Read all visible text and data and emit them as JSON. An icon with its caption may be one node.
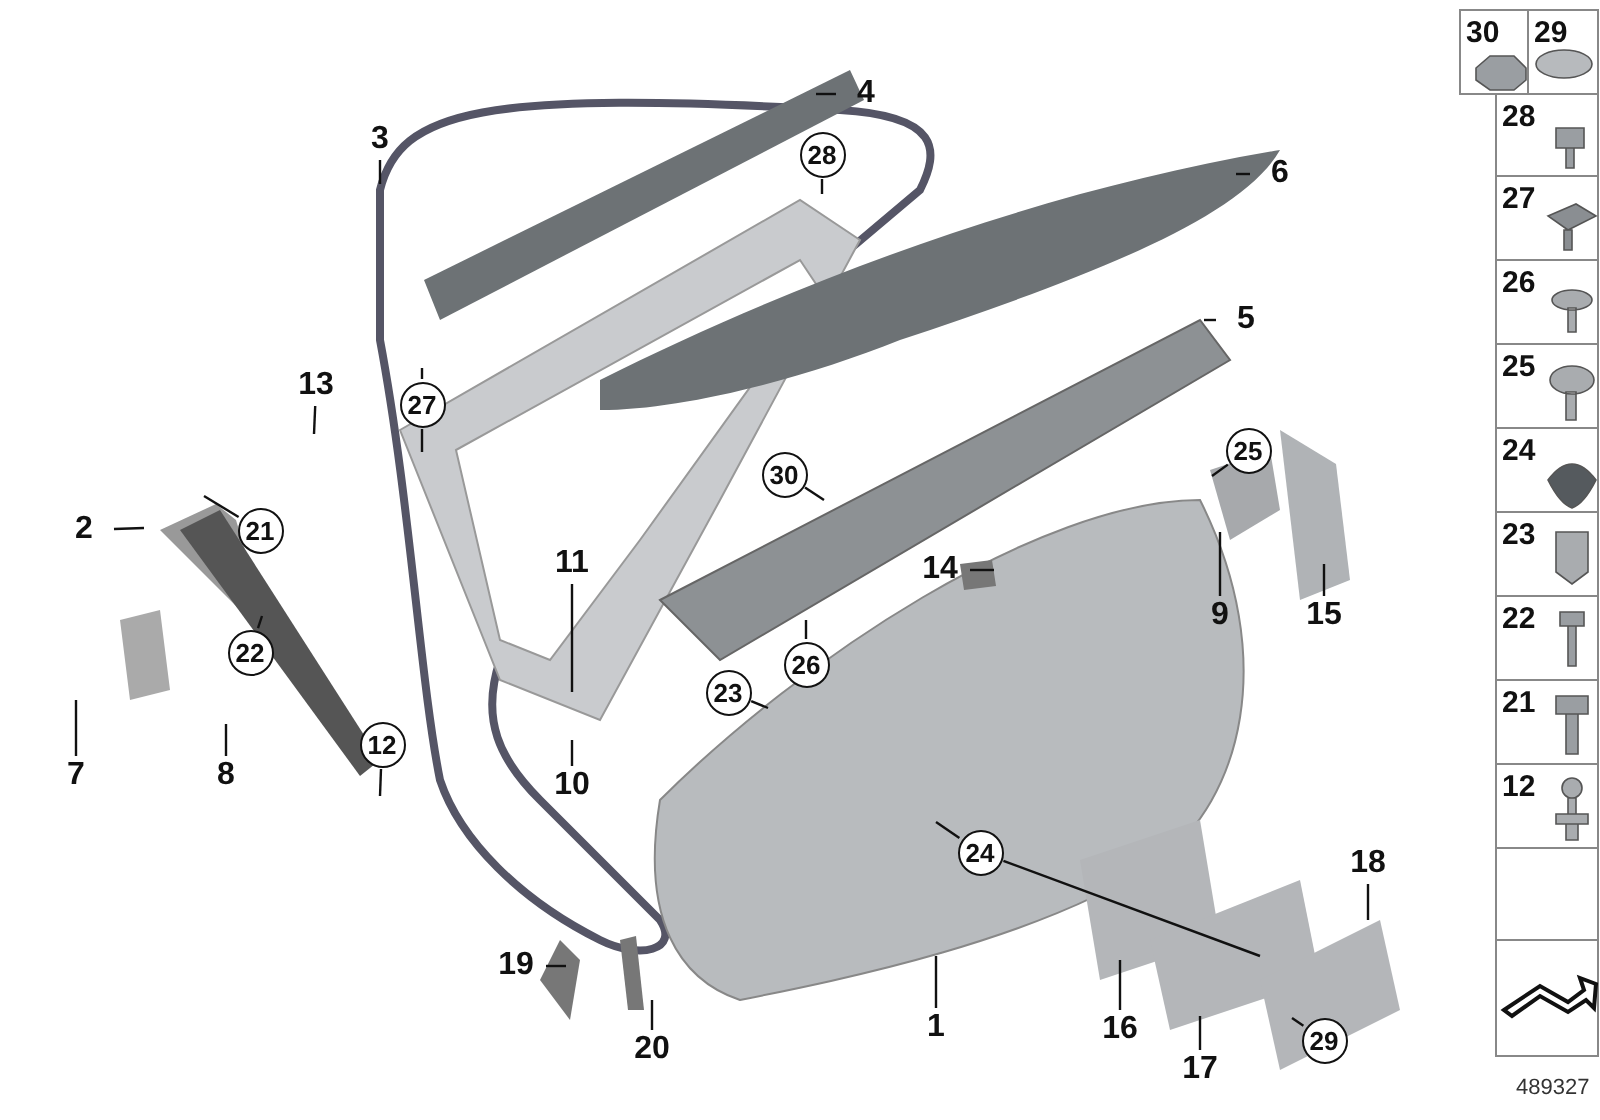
{
  "diagram": {
    "nodes": [
      {
        "text": [
          "4"
        ]
      },
      {
        "text": [
          "3"
        ]
      },
      {
        "text": [
          "28"
        ]
      },
      {
        "text": [
          "6"
        ]
      },
      {
        "text": [
          "5"
        ]
      },
      {
        "text": [
          "13"
        ]
      },
      {
        "text": [
          "27"
        ]
      },
      {
        "text": [
          "30"
        ]
      },
      {
        "text": [
          "25"
        ]
      },
      {
        "text": [
          "2"
        ]
      },
      {
        "text": [
          "21"
        ]
      },
      {
        "text": [
          "11"
        ]
      },
      {
        "text": [
          "14"
        ]
      },
      {
        "text": [
          "22"
        ]
      },
      {
        "text": [
          "9"
        ]
      },
      {
        "text": [
          "15"
        ]
      },
      {
        "text": [
          "7"
        ]
      },
      {
        "text": [
          "8"
        ]
      },
      {
        "text": [
          "12"
        ]
      },
      {
        "text": [
          "23"
        ]
      },
      {
        "text": [
          "26"
        ]
      },
      {
        "text": [
          "10"
        ]
      },
      {
        "text": [
          "24"
        ]
      },
      {
        "text": [
          "18"
        ]
      },
      {
        "text": [
          "19"
        ]
      },
      {
        "text": [
          "16"
        ]
      },
      {
        "text": [
          "1"
        ]
      },
      {
        "text": [
          "20"
        ]
      },
      {
        "text": [
          "17"
        ]
      },
      {
        "text": [
          "29"
        ]
      }
    ],
    "edges": [
      {
        "from": 0,
        "to": null,
        "arrow": "none"
      },
      {
        "from": 1,
        "to": null,
        "arrow": "none"
      },
      {
        "from": 2,
        "to": null,
        "arrow": "none"
      },
      {
        "from": 3,
        "to": null,
        "arrow": "none"
      },
      {
        "from": 4,
        "to": null,
        "arrow": "none"
      },
      {
        "from": 5,
        "to": null,
        "arrow": "none"
      },
      {
        "from": 6,
        "to": null,
        "arrow": "none"
      },
      {
        "from": 6,
        "to": null,
        "arrow": "none"
      },
      {
        "from": 7,
        "to": null,
        "arrow": "none"
      },
      {
        "from": 8,
        "to": null,
        "arrow": "none"
      },
      {
        "from": 9,
        "to": null,
        "arrow": "none"
      },
      {
        "from": 10,
        "to": null,
        "arrow": "none"
      },
      {
        "from": 11,
        "to": null,
        "arrow": "none"
      },
      {
        "from": 12,
        "to": null,
        "arrow": "none"
      },
      {
        "from": 13,
        "to": null,
        "arrow": "none"
      },
      {
        "from": 14,
        "to": null,
        "arrow": "none"
      },
      {
        "from": 15,
        "to": null,
        "arrow": "none"
      },
      {
        "from": 16,
        "to": null,
        "arrow": "none"
      },
      {
        "from": 17,
        "to": null,
        "arrow": "none"
      },
      {
        "from": 18,
        "to": null,
        "arrow": "none"
      },
      {
        "from": 19,
        "to": null,
        "arrow": "none"
      },
      {
        "from": 20,
        "to": null,
        "arrow": "none"
      },
      {
        "from": 21,
        "to": null,
        "arrow": "none"
      },
      {
        "from": 22,
        "to": null,
        "arrow": "none"
      },
      {
        "from": 22,
        "to": null,
        "arrow": "none"
      },
      {
        "from": 23,
        "to": null,
        "arrow": "none"
      },
      {
        "from": 24,
        "to": null,
        "arrow": "none"
      },
      {
        "from": 25,
        "to": null,
        "arrow": "none"
      },
      {
        "from": 26,
        "to": null,
        "arrow": "none"
      },
      {
        "from": 27,
        "to": null,
        "arrow": "none"
      },
      {
        "from": 28,
        "to": null,
        "arrow": "none"
      },
      {
        "from": 29,
        "to": null,
        "arrow": "none"
      }
    ],
    "labels": [
      "30",
      "29",
      "28",
      "27",
      "26",
      "25",
      "24",
      "23",
      "22",
      "21",
      "12",
      "489327"
    ]
  }
}
